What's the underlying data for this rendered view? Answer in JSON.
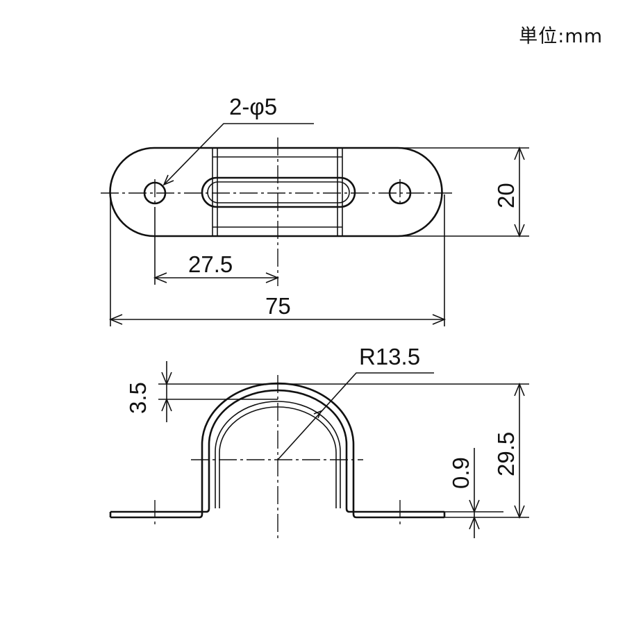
{
  "unit_label": "単位:mm",
  "top_view": {
    "hole_callout": "2-φ5",
    "hole_pitch": "27.5",
    "overall_length": "75",
    "width": "20"
  },
  "front_view": {
    "radius": "R13.5",
    "thickness_arc": "3.5",
    "height": "29.5",
    "plate_thickness": "0.9"
  }
}
